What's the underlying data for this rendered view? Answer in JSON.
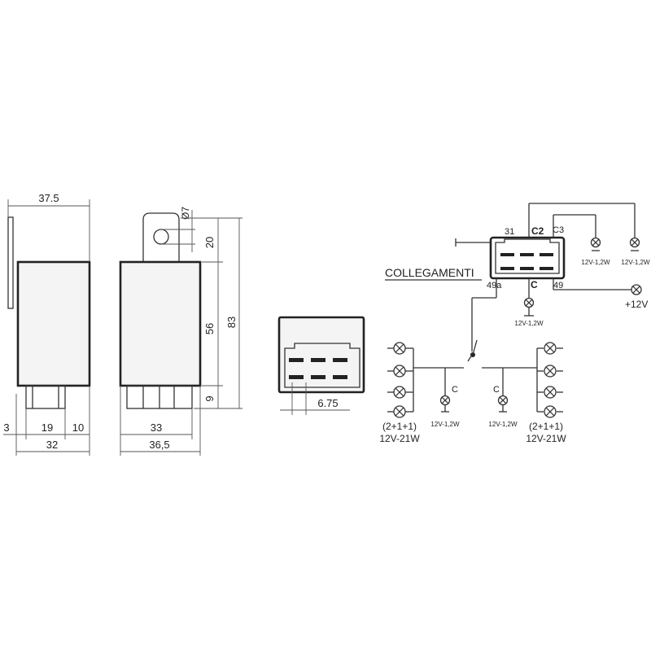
{
  "dimensions": {
    "width_top": "37.5",
    "hole_dia": "Ø7",
    "tab_height": "20",
    "body_height": "56",
    "total_height": "83",
    "pin_height": "9",
    "left_offset": "3",
    "pin_width": "19",
    "right_offset": "10",
    "width_bottom": "32",
    "pin_block_width": "33",
    "side_width": "36,5",
    "pin_pitch": "6.75"
  },
  "wiring": {
    "title": "COLLEGAMENTI",
    "terminal_31": "31",
    "terminal_c2": "C2",
    "terminal_c3": "C3",
    "terminal_49a": "49a",
    "terminal_c": "C",
    "terminal_49": "49",
    "supply": "+12V",
    "lamp_small": "12V-1,2W",
    "lamp_group": "(2+1+1)",
    "lamp_group_rating": "12V-21W",
    "c_label": "C"
  }
}
